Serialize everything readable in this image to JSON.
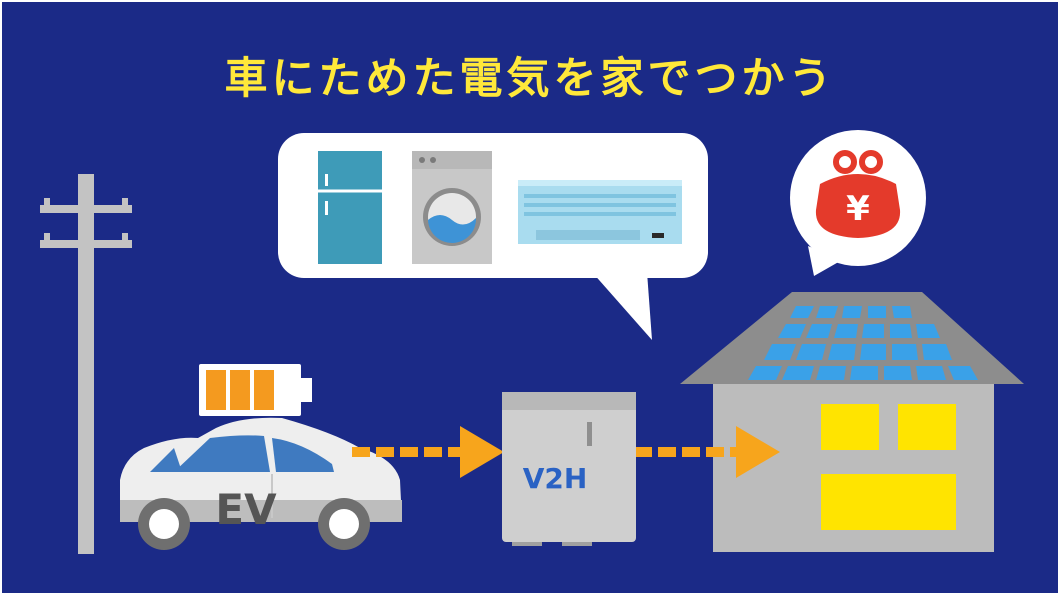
{
  "title": "車にためた電気を家でつかう",
  "car_label": "EV",
  "v2h_label": "V2H",
  "wallet_symbol": "¥",
  "colors": {
    "background": "#1b2a87",
    "title": "#ffe83a",
    "arrow": "#f7a51c",
    "battery": "#f49a1f",
    "window_light": "#ffe400",
    "solar_panel": "#3aa1e8",
    "wallet": "#e43a2b"
  },
  "icons": [
    "utility-pole-icon",
    "battery-icon",
    "ev-car-icon",
    "v2h-unit-icon",
    "house-icon",
    "solar-panel-icon",
    "wallet-icon",
    "refrigerator-icon",
    "washing-machine-icon",
    "air-conditioner-icon"
  ],
  "battery_level_bars": 3
}
